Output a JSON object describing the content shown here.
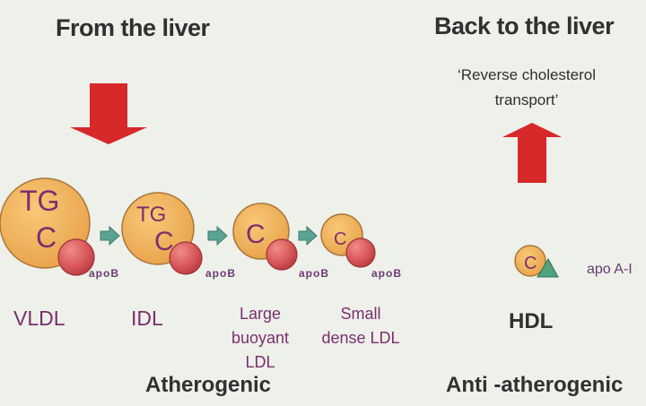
{
  "headings": {
    "from_liver": "From the liver",
    "back_to_liver": "Back to the liver"
  },
  "reverse_transport": {
    "line1": "‘Reverse cholesterol",
    "line2": "transport’"
  },
  "particles": [
    {
      "name": "VLDL",
      "core_top": "TG",
      "core_bottom": "C",
      "apo": "apoB"
    },
    {
      "name": "IDL",
      "core_top": "TG",
      "core_bottom": "C",
      "apo": "apoB"
    },
    {
      "name_lines": [
        "Large",
        "buoyant",
        "LDL"
      ],
      "core": "C",
      "apo": "apoB"
    },
    {
      "name_lines": [
        "Small",
        "dense LDL"
      ],
      "core": "C",
      "apo": "apoB"
    }
  ],
  "hdl": {
    "name": "HDL",
    "core": "C",
    "apo": "apo A-I"
  },
  "groups": {
    "atherogenic": "Atherogenic",
    "anti_atherogenic": "Anti -atherogenic"
  },
  "colors": {
    "background": "#eef0ea",
    "particle_fill": "#f2b25c",
    "apo_fill": "#d9595b",
    "arrow_red": "#d7282a",
    "small_arrow": "#5aa394",
    "apoA_triangle": "#4fa37e",
    "label_purple": "#7a2f6e"
  }
}
